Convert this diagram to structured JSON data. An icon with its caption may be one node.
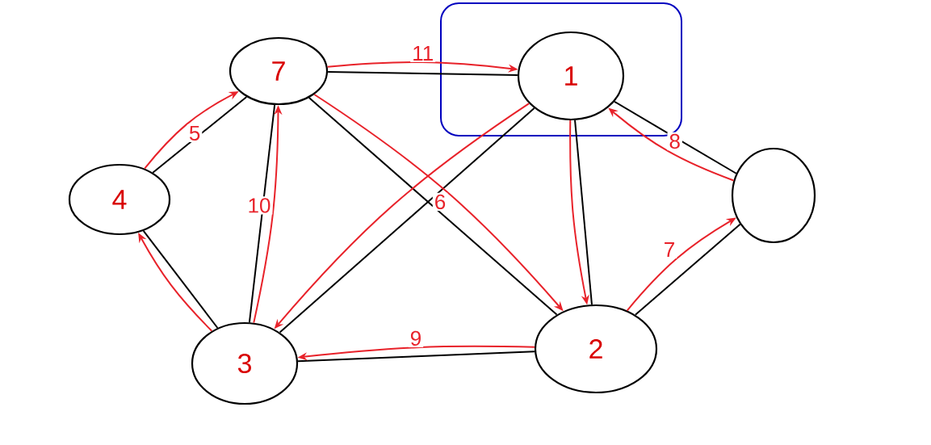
{
  "diagram": {
    "nodes": [
      {
        "text": [
          "7"
        ]
      },
      {
        "text": [],
        "shape": "box"
      },
      {
        "text": [
          "1"
        ],
        "in": 1
      },
      {
        "text": [
          "4"
        ]
      },
      {
        "text": [],
        "shape": "circle"
      },
      {
        "text": [
          "3"
        ]
      },
      {
        "text": [
          "2"
        ]
      }
    ],
    "edges": [
      {
        "from": 3,
        "to": 0,
        "arrow": "none"
      },
      {
        "from": 3,
        "to": 5,
        "arrow": "none"
      },
      {
        "from": 0,
        "to": 5,
        "arrow": "none"
      },
      {
        "from": 0,
        "to": 2,
        "arrow": "none"
      },
      {
        "from": 0,
        "to": 6,
        "arrow": "none"
      },
      {
        "from": 5,
        "to": 2,
        "arrow": "none"
      },
      {
        "from": 5,
        "to": 6,
        "arrow": "none"
      },
      {
        "from": 2,
        "to": 6,
        "arrow": "none"
      },
      {
        "from": 2,
        "to": 4,
        "arrow": "none"
      },
      {
        "from": 6,
        "to": 4,
        "arrow": "none"
      },
      {
        "from": 3,
        "to": 0,
        "arrow": "to",
        "label": "5",
        "color": "#e8222a"
      },
      {
        "from": 0,
        "to": 2,
        "arrow": "to",
        "label": "11",
        "color": "#e8222a"
      },
      {
        "from": 4,
        "to": 2,
        "arrow": "to",
        "label": "8",
        "color": "#e8222a"
      },
      {
        "from": 2,
        "to": 5,
        "arrow": "to",
        "color": "#e8222a"
      },
      {
        "from": 2,
        "to": 6,
        "arrow": "to",
        "color": "#e8222a"
      },
      {
        "from": 0,
        "to": 6,
        "arrow": "to",
        "label": "6",
        "color": "#e8222a"
      },
      {
        "from": 6,
        "to": 5,
        "arrow": "to",
        "label": "9",
        "color": "#e8222a"
      },
      {
        "from": 5,
        "to": 0,
        "arrow": "to",
        "label": "10",
        "color": "#e8222a"
      },
      {
        "from": 5,
        "to": 3,
        "arrow": "to",
        "color": "#e8222a"
      },
      {
        "from": 6,
        "to": 4,
        "arrow": "to",
        "label": "7",
        "color": "#e8222a"
      }
    ]
  }
}
